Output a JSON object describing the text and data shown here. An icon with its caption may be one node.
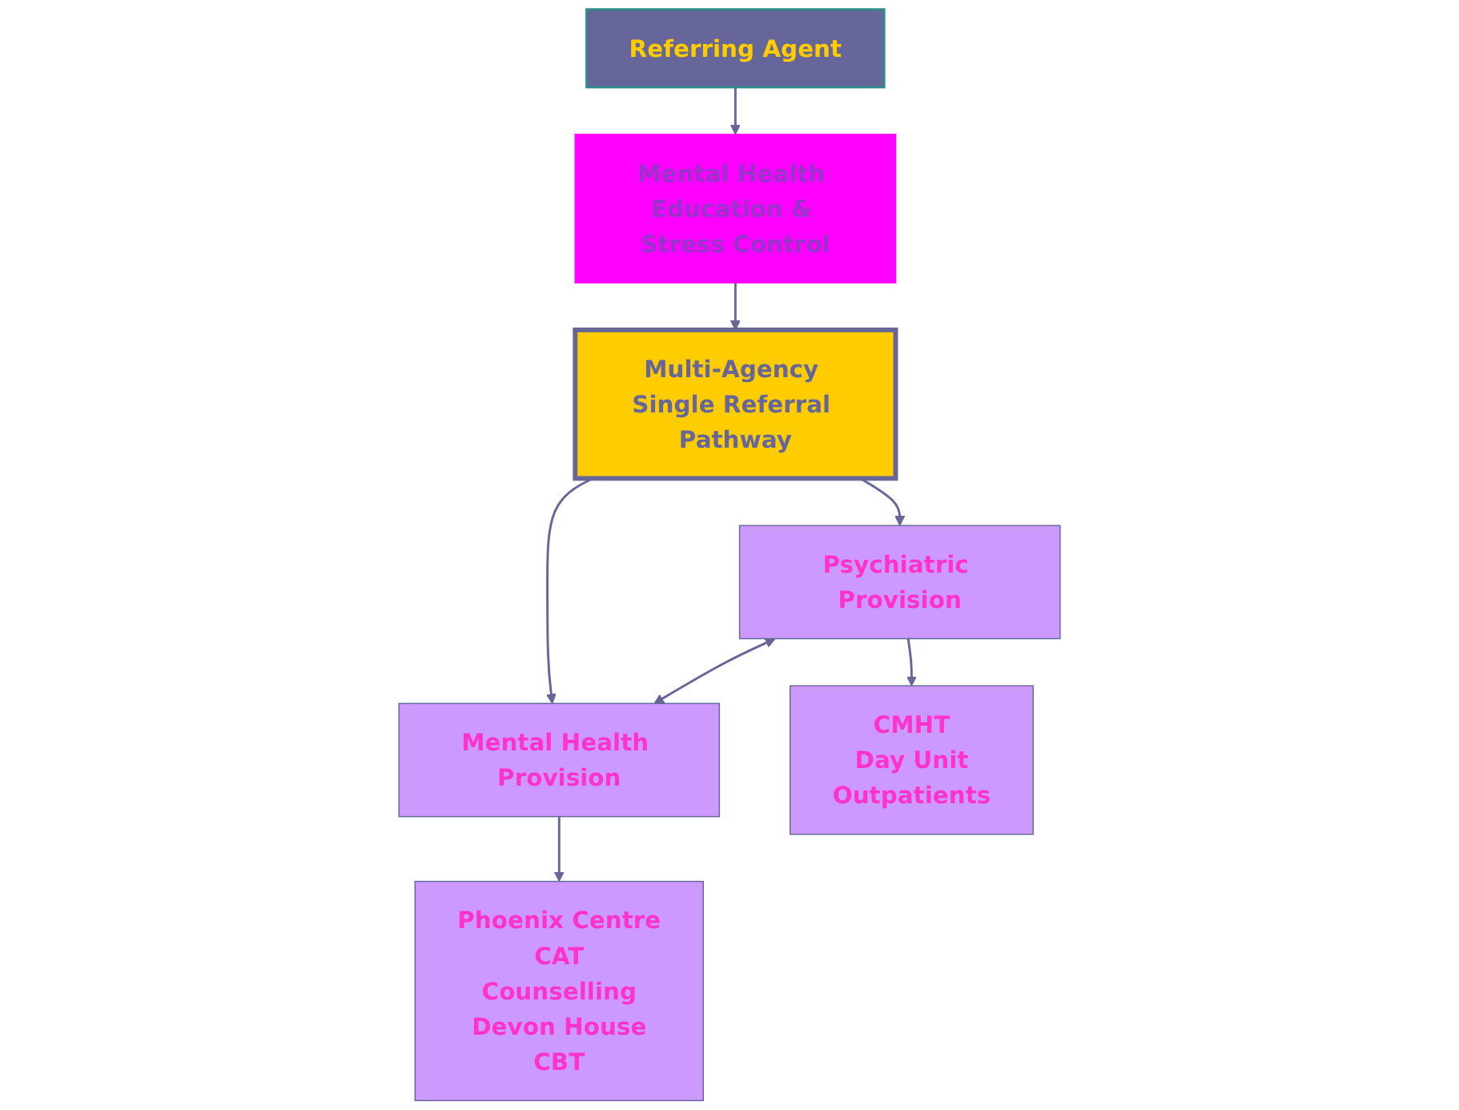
{
  "diagram": {
    "nodes": [
      {
        "text": [
          "Referring Agent"
        ]
      },
      {
        "text": [
          "Mental Health Education & Stress Control"
        ]
      },
      {
        "text": [
          "Multi-Agency Single Referral Pathway"
        ]
      },
      {
        "text": [
          "Psychiatric Provision"
        ]
      },
      {
        "text": [
          "Mental Health Provision"
        ]
      },
      {
        "text": [
          "CMHT",
          "Day Unit",
          "Outpatients"
        ]
      },
      {
        "text": [
          "Phoenix Centre",
          "CAT",
          "Counselling",
          "Devon House",
          "CBT"
        ]
      }
    ],
    "edges": [
      {
        "from": 0,
        "to": 1,
        "arrow": "to"
      },
      {
        "from": 1,
        "to": 2,
        "arrow": "to"
      },
      {
        "from": 2,
        "to": 3,
        "arrow": "to"
      },
      {
        "from": 2,
        "to": 4,
        "arrow": "to"
      },
      {
        "from": 3,
        "to": 4,
        "arrow": "both"
      },
      {
        "from": 3,
        "to": 5,
        "arrow": "to"
      },
      {
        "from": 4,
        "to": 6,
        "arrow": "to"
      }
    ]
  }
}
